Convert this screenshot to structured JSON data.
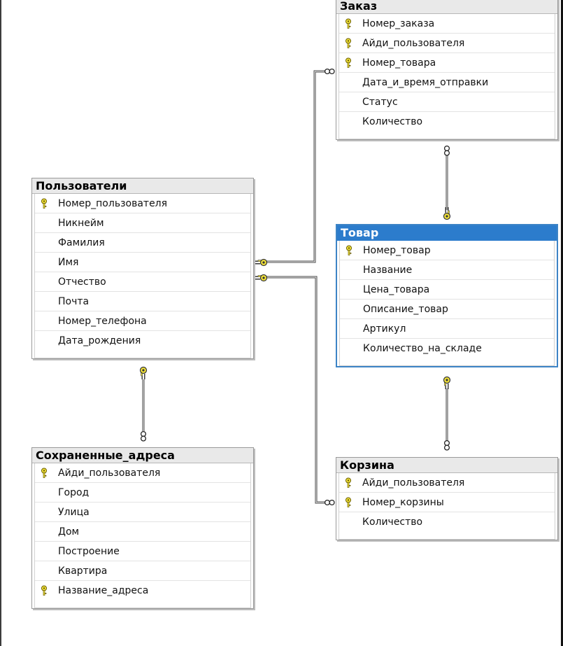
{
  "tables": {
    "zakaz": {
      "title": "Заказ",
      "columns": [
        {
          "name": "Номер_заказа",
          "key": true
        },
        {
          "name": "Айди_пользователя",
          "key": true
        },
        {
          "name": "Номер_товара",
          "key": true
        },
        {
          "name": "Дата_и_время_отправки",
          "key": false
        },
        {
          "name": "Статус",
          "key": false
        },
        {
          "name": "Количество",
          "key": false
        }
      ]
    },
    "polzovateli": {
      "title": "Пользователи",
      "columns": [
        {
          "name": "Номер_пользователя",
          "key": true
        },
        {
          "name": "Никнейм",
          "key": false
        },
        {
          "name": "Фамилия",
          "key": false
        },
        {
          "name": "Имя",
          "key": false
        },
        {
          "name": "Отчество",
          "key": false
        },
        {
          "name": "Почта",
          "key": false
        },
        {
          "name": "Номер_телефона",
          "key": false
        },
        {
          "name": "Дата_рождения",
          "key": false
        }
      ]
    },
    "tovar": {
      "title": "Товар",
      "selected": true,
      "columns": [
        {
          "name": "Номер_товар",
          "key": true
        },
        {
          "name": "Название",
          "key": false
        },
        {
          "name": "Цена_товара",
          "key": false
        },
        {
          "name": "Описание_товар",
          "key": false
        },
        {
          "name": "Артикул",
          "key": false
        },
        {
          "name": "Количество_на_складе",
          "key": false
        }
      ]
    },
    "adresa": {
      "title": "Сохраненные_адреса",
      "columns": [
        {
          "name": "Айди_пользователя",
          "key": true
        },
        {
          "name": "Город",
          "key": false
        },
        {
          "name": "Улица",
          "key": false
        },
        {
          "name": "Дом",
          "key": false
        },
        {
          "name": "Построение",
          "key": false
        },
        {
          "name": "Квартира",
          "key": false
        },
        {
          "name": "Название_адреса",
          "key": true
        }
      ]
    },
    "korzina": {
      "title": "Корзина",
      "columns": [
        {
          "name": "Айди_пользователя",
          "key": true
        },
        {
          "name": "Номер_корзины",
          "key": true
        },
        {
          "name": "Количество",
          "key": false
        }
      ]
    }
  },
  "colors": {
    "selected_header": "#2c7ccc",
    "key_icon": "#f2e33a",
    "relationship_line": "#444444"
  },
  "icons": {
    "primary_key": "key-icon",
    "one_end": "key-endpoint-icon",
    "many_end": "infinity-endpoint-icon"
  }
}
